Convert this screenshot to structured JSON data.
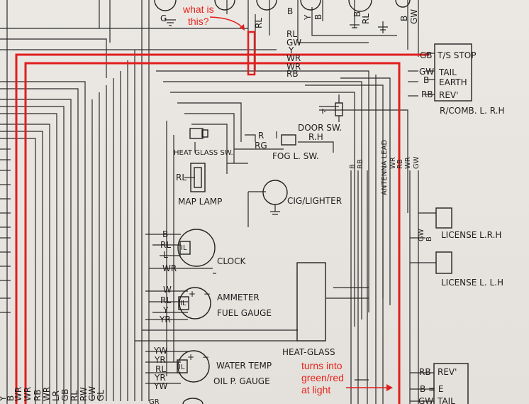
{
  "annotations": {
    "question_line1": "what is",
    "question_line2": "this?",
    "light_line1": "turns into",
    "light_line2": "green/red",
    "light_line3": "at light"
  },
  "top_labels": {
    "g1": "G",
    "rl": "RL",
    "b1": "B",
    "rl2": "RL",
    "gw1": "GW",
    "y1": "Y",
    "wr1": "WR",
    "wr2": "WR",
    "rb1": "RB",
    "y_b_y": "Y",
    "y_b_b": "B",
    "b_top2": "B",
    "rl_top2": "RL",
    "b_right": "B",
    "gw_right": "GW"
  },
  "connectors": {
    "tstop_wire": "GB",
    "tstop": "T/S STOP",
    "tail_wire": "GW",
    "tail": "TAIL",
    "earth_wire": "B",
    "earth": "EARTH",
    "rev_wire": "RB",
    "rev": "REV'",
    "rcomb": "R/COMB. L. R.H"
  },
  "components": {
    "door_sw": "DOOR SW.",
    "door_sw_rh": "R.H",
    "fog_r": "R",
    "fog_rg": "RG",
    "fog": "FOG L. SW.",
    "heat_glass_sw": "HEAT GLASS SW.",
    "map_rl": "RL",
    "map_lamp": "MAP LAMP",
    "cig": "CIG/LIGHTER",
    "clock": "CLOCK",
    "ammeter": "AMMETER",
    "fuel_gauge": "FUEL GAUGE",
    "water_temp": "WATER TEMP",
    "oil_gauge": "OIL P. GAUGE",
    "heat_glass": "HEAT-GLASS",
    "license_rh": "LICENSE L.R.H",
    "license_lh": "LICENSE L. L.H",
    "antenna": "ANTENNA LEAD"
  },
  "vertical_bus": [
    "B",
    "RB",
    "WR",
    "RB",
    "WR",
    "GW"
  ],
  "license_wires": [
    "GW",
    "B"
  ],
  "clock_wires": [
    "B",
    "RL",
    "L",
    "IL"
  ],
  "ammeter_wires": [
    "WR",
    "W",
    "RL",
    "Y",
    "YR",
    "IL"
  ],
  "water_wires": [
    "YW",
    "YR",
    "RL",
    "YR",
    "YW",
    "IL"
  ],
  "bottom_left_bus": [
    "Y",
    "B",
    "WR",
    "WR",
    "RB",
    "WR",
    "LR",
    "GB",
    "RL",
    "RW",
    "GW",
    "GL"
  ],
  "bottom_right": {
    "rev_wire": "RB",
    "rev": "REV'",
    "b_e": "B = E",
    "gw_tail_wire": "GW",
    "tail": "TAIL"
  },
  "partial": {
    "gr": "GR"
  }
}
